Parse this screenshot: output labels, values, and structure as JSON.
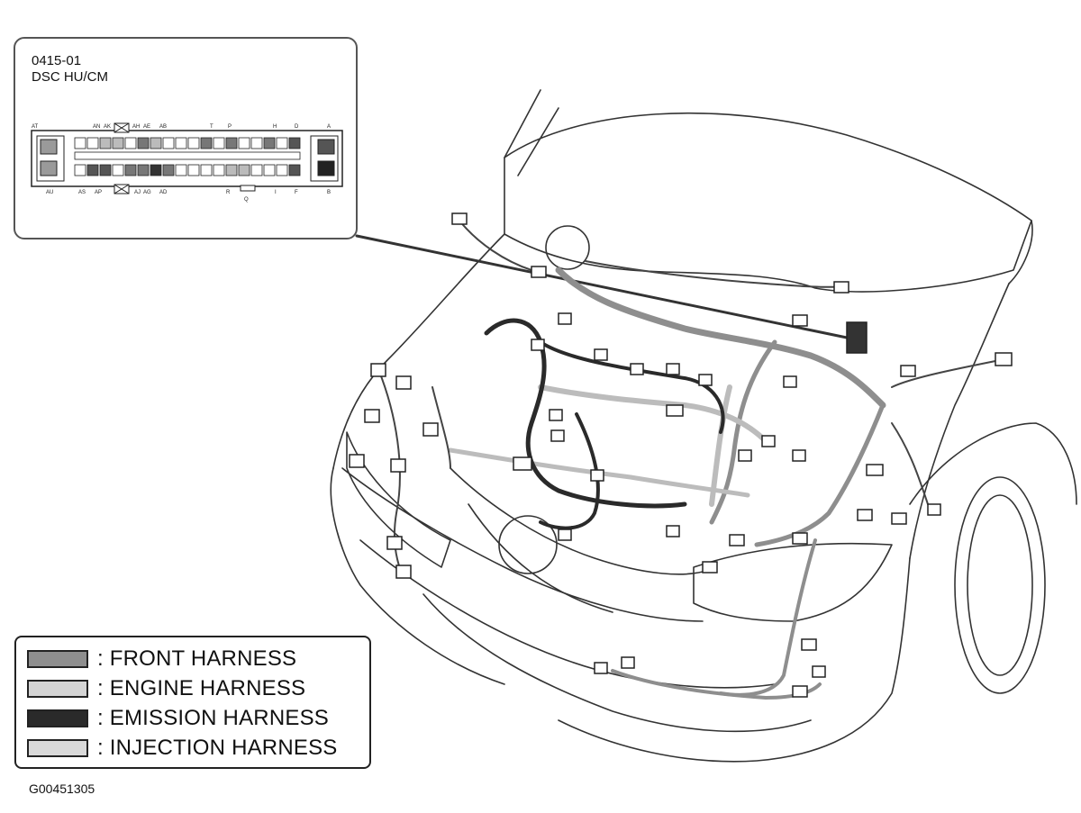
{
  "callout": {
    "code": "0415-01",
    "name": "DSC HU/CM",
    "top_pin_labels": [
      "AT",
      "AN",
      "AK",
      "AH",
      "AE",
      "AB",
      "T",
      "P",
      "H",
      "D",
      "A"
    ],
    "bottom_pin_labels": [
      "AU",
      "AS",
      "AP",
      "AJ",
      "AG",
      "AD",
      "R",
      "Q",
      "I",
      "F",
      "B"
    ]
  },
  "legend": {
    "items": [
      {
        "label": ": FRONT HARNESS",
        "color": "#8e8e8e"
      },
      {
        "label": ": ENGINE HARNESS",
        "color": "#d4d4d4"
      },
      {
        "label": ": EMISSION HARNESS",
        "color": "#2a2a2a"
      },
      {
        "label": ": INJECTION HARNESS",
        "color": "#d9d9d9"
      }
    ]
  },
  "figure_id": "G00451305"
}
